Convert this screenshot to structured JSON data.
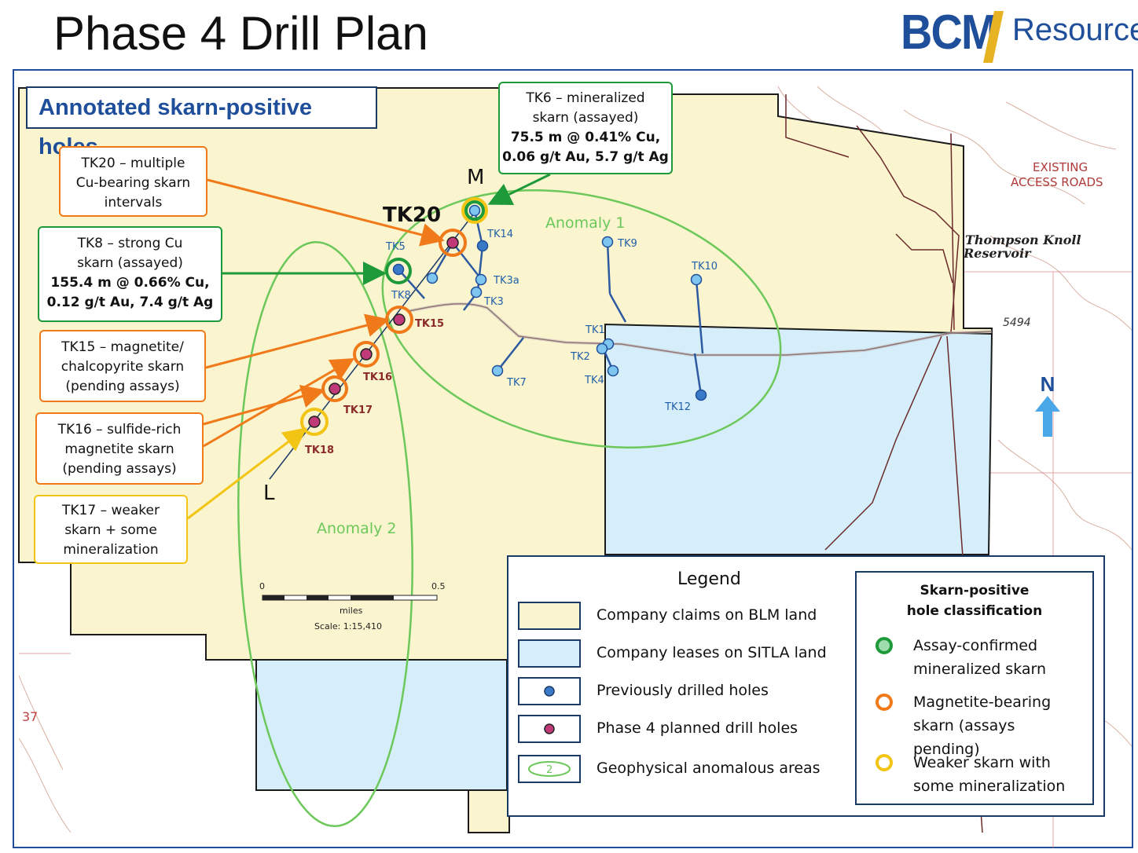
{
  "header": {
    "title": "Phase 4 Drill Plan",
    "logo_bcm": "BCM",
    "logo_resources": "Resources"
  },
  "annotation_title": "Annotated skarn-positive holes",
  "callouts": {
    "tk20": {
      "line1": "TK20 – multiple",
      "line2": "Cu-bearing skarn",
      "line3": "intervals"
    },
    "tk8": {
      "line1": "TK8 – strong Cu",
      "line2": "skarn (assayed)",
      "line3": "155.4 m @ 0.66% Cu,",
      "line4": "0.12 g/t Au, 7.4 g/t Ag"
    },
    "tk15": {
      "line1": "TK15 – magnetite/",
      "line2": "chalcopyrite skarn",
      "line3": "(pending assays)"
    },
    "tk16": {
      "line1": "TK16 – sulfide-rich",
      "line2": "magnetite skarn",
      "line3": "(pending assays)"
    },
    "tk17": {
      "line1": "TK17 – weaker",
      "line2": "skarn + some",
      "line3": "mineralization"
    },
    "tk6": {
      "line1": "TK6 – mineralized",
      "line2": "skarn (assayed)",
      "line3": "75.5 m @ 0.41% Cu,",
      "line4": "0.06 g/t Au, 5.7 g/t Ag"
    }
  },
  "map_labels": {
    "tk20_big": "TK20",
    "section_m": "M",
    "section_l": "L",
    "anomaly1": "Anomaly 1",
    "anomaly2": "Anomaly 2",
    "roads_line1": "EXISTING",
    "roads_line2": "ACCESS ROADS",
    "reservoir_line1": "Thompson Knoll",
    "reservoir_line2": "Reservoir",
    "elevation": "5494",
    "contour_37": "37",
    "north": "N",
    "scale_zero": "0",
    "scale_half": "0.5",
    "scale_units": "miles",
    "scale_ratio": "Scale: 1:15,410"
  },
  "holes": {
    "previous": [
      "TK5",
      "TK8",
      "TK14",
      "TK3a",
      "TK3",
      "TK9",
      "TK10",
      "TK1",
      "TK2",
      "TK4",
      "TK7",
      "TK12"
    ],
    "planned": [
      "TK15",
      "TK16",
      "TK17",
      "TK18"
    ]
  },
  "legend": {
    "title": "Legend",
    "items": [
      {
        "label": "Company claims on BLM land"
      },
      {
        "label": "Company leases on SITLA land"
      },
      {
        "label": "Previously drilled holes"
      },
      {
        "label": "Phase 4 planned drill holes"
      },
      {
        "label": "Geophysical anomalous areas",
        "symbol": "2"
      }
    ],
    "classification": {
      "title_line1": "Skarn-positive",
      "title_line2": "hole classification",
      "items": [
        {
          "line1": "Assay-confirmed",
          "line2": "mineralized skarn",
          "color": "#1e9a3a"
        },
        {
          "line1": "Magnetite-bearing",
          "line2": "skarn (assays pending)",
          "color": "#f07a1a"
        },
        {
          "line1": "Weaker skarn with",
          "line2": "some mineralization",
          "color": "#f2c413"
        }
      ]
    }
  },
  "colors": {
    "claims": "#fbf5cf",
    "leases": "#d5eef9",
    "previous_hole": "#3a78c8",
    "planned_hole": "#c03a7a",
    "anomaly": "#6cc85a",
    "assay_confirmed": "#1e9a3a",
    "magnetite": "#f07a1a",
    "weaker": "#f2c413",
    "brand_blue": "#1f4e9a"
  }
}
